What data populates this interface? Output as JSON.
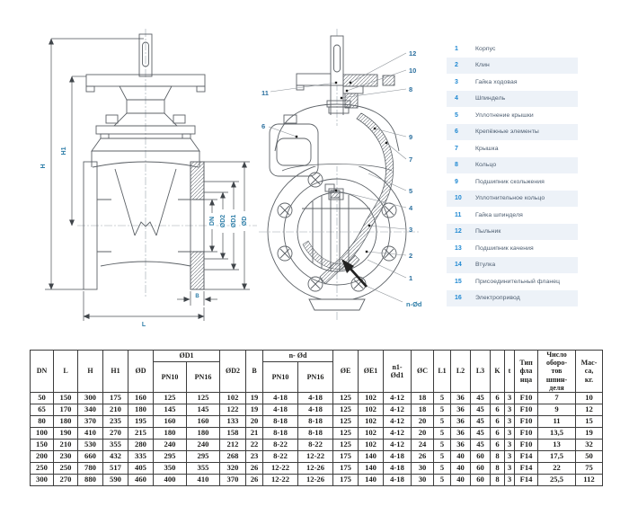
{
  "drawing": {
    "labels": {
      "h": "H",
      "h1": "H1",
      "dn": "DN",
      "od2": "ØD2",
      "od1": "ØD1",
      "od": "ØD",
      "b": "B",
      "l": "L",
      "n_od": "n-Ød"
    },
    "callouts": {
      "c1": "1",
      "c2": "2",
      "c3": "3",
      "c4": "4",
      "c5": "5",
      "c6": "6",
      "c7": "7",
      "c8": "8",
      "c9": "9",
      "c10": "10",
      "c11": "11",
      "c12": "12"
    },
    "colors": {
      "dim_label": "#2e7ea8",
      "callout": "#2b6f9e",
      "line": "#5c6166"
    }
  },
  "legend": {
    "accent": "#1e88d2",
    "row_bg": "#edf2f8",
    "items": [
      {
        "num": "1",
        "label": "Корпус"
      },
      {
        "num": "2",
        "label": "Клин"
      },
      {
        "num": "3",
        "label": "Гайка ходовая"
      },
      {
        "num": "4",
        "label": "Шпиндель"
      },
      {
        "num": "5",
        "label": "Уплотнение крышки"
      },
      {
        "num": "6",
        "label": "Крепёжные элементы"
      },
      {
        "num": "7",
        "label": "Крышка"
      },
      {
        "num": "8",
        "label": "Кольцо"
      },
      {
        "num": "9",
        "label": "Подшипник скольжения"
      },
      {
        "num": "10",
        "label": "Уплотнительное кольцо"
      },
      {
        "num": "11",
        "label": "Гайка шпинделя"
      },
      {
        "num": "12",
        "label": "Пыльник"
      },
      {
        "num": "13",
        "label": "Подшипник качения"
      },
      {
        "num": "14",
        "label": "Втулка"
      },
      {
        "num": "15",
        "label": "Присоединительный фланец"
      },
      {
        "num": "16",
        "label": "Электропривод"
      }
    ]
  },
  "table": {
    "group_headers": {
      "od1": "ØD1",
      "n_od": "n- Ød"
    },
    "col_headers": {
      "dn": "DN",
      "l": "L",
      "h": "H",
      "h1": "H1",
      "od": "ØD",
      "od2": "ØD2",
      "b": "B",
      "pn10": "PN10",
      "pn16": "PN16",
      "oe": "ØE",
      "oe1": "ØE1",
      "n1_od1": "n1-\nØd1",
      "oc": "ØC",
      "l1": "L1",
      "l2": "L2",
      "l3": "L3",
      "k": "K",
      "t": "t",
      "flange_type": "Тип\nфла\nнца",
      "spindle_turns": "Число\nоборо-\nтов\nшпин-\nделя",
      "mass": "Мас-\nса,\nкг."
    },
    "rows": [
      [
        "50",
        "150",
        "300",
        "175",
        "160",
        "125",
        "125",
        "102",
        "19",
        "4-18",
        "4-18",
        "125",
        "102",
        "4-12",
        "18",
        "5",
        "36",
        "45",
        "6",
        "3",
        "F10",
        "7",
        "10"
      ],
      [
        "65",
        "170",
        "340",
        "210",
        "180",
        "145",
        "145",
        "122",
        "19",
        "4-18",
        "4-18",
        "125",
        "102",
        "4-12",
        "18",
        "5",
        "36",
        "45",
        "6",
        "3",
        "F10",
        "9",
        "12"
      ],
      [
        "80",
        "180",
        "370",
        "235",
        "195",
        "160",
        "160",
        "133",
        "20",
        "8-18",
        "8-18",
        "125",
        "102",
        "4-12",
        "20",
        "5",
        "36",
        "45",
        "6",
        "3",
        "F10",
        "11",
        "15"
      ],
      [
        "100",
        "190",
        "410",
        "270",
        "215",
        "180",
        "180",
        "158",
        "21",
        "8-18",
        "8-18",
        "125",
        "102",
        "4-12",
        "20",
        "5",
        "36",
        "45",
        "6",
        "3",
        "F10",
        "13,5",
        "19"
      ],
      [
        "150",
        "210",
        "530",
        "355",
        "280",
        "240",
        "240",
        "212",
        "22",
        "8-22",
        "8-22",
        "125",
        "102",
        "4-12",
        "24",
        "5",
        "36",
        "45",
        "6",
        "3",
        "F10",
        "13",
        "32"
      ],
      [
        "200",
        "230",
        "660",
        "432",
        "335",
        "295",
        "295",
        "268",
        "23",
        "8-22",
        "12-22",
        "175",
        "140",
        "4-18",
        "26",
        "5",
        "40",
        "60",
        "8",
        "3",
        "F14",
        "17,5",
        "50"
      ],
      [
        "250",
        "250",
        "780",
        "517",
        "405",
        "350",
        "355",
        "320",
        "26",
        "12-22",
        "12-26",
        "175",
        "140",
        "4-18",
        "30",
        "5",
        "40",
        "60",
        "8",
        "3",
        "F14",
        "22",
        "75"
      ],
      [
        "300",
        "270",
        "880",
        "590",
        "460",
        "400",
        "410",
        "370",
        "26",
        "12-22",
        "12-26",
        "175",
        "140",
        "4-18",
        "30",
        "5",
        "40",
        "60",
        "8",
        "3",
        "F14",
        "25,5",
        "112"
      ]
    ]
  }
}
